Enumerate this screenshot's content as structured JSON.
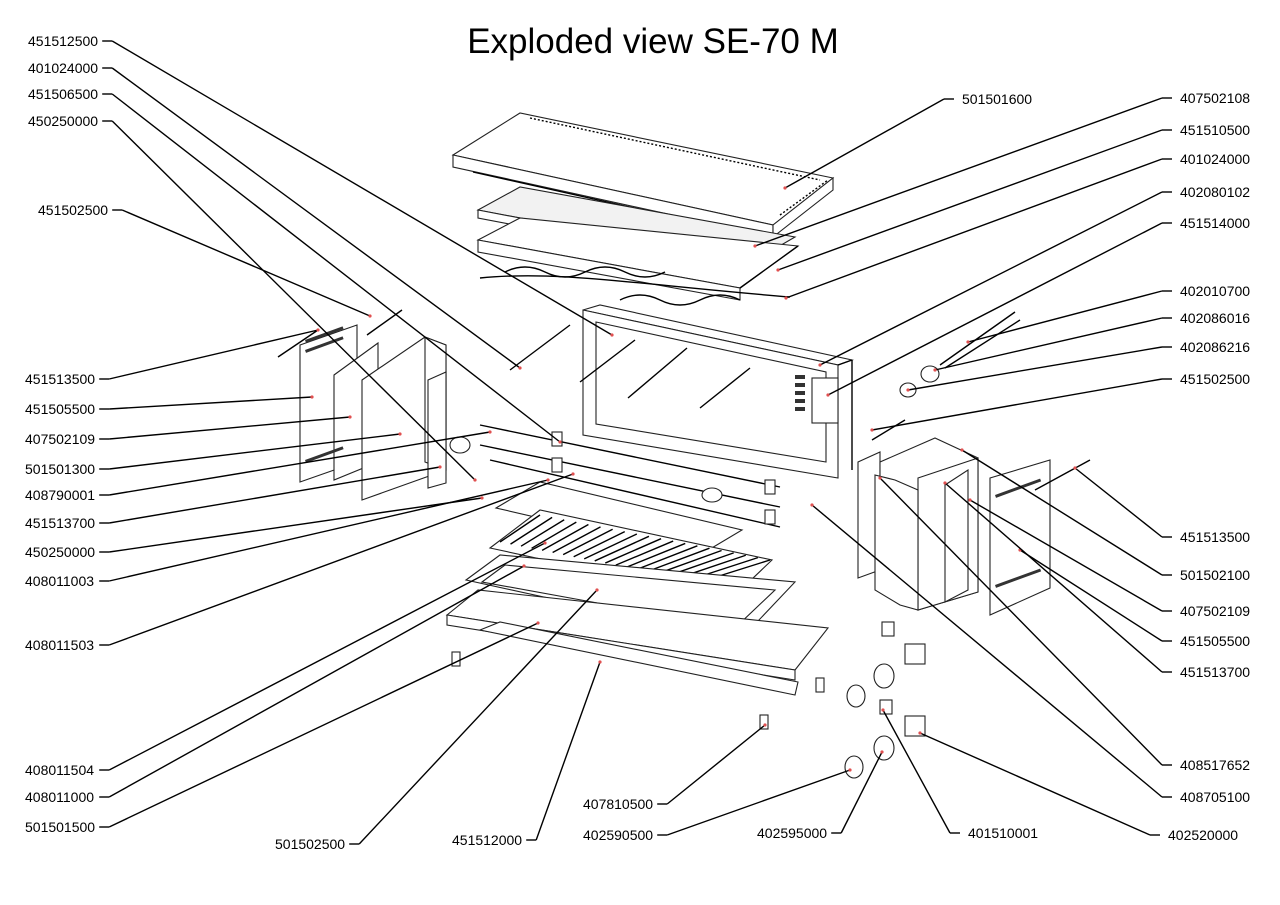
{
  "title": "Exploded view SE-70 M",
  "colors": {
    "line": "#000000",
    "part_stroke": "#222222",
    "part_fill": "#ffffff",
    "marker": "#e05050"
  },
  "callouts": [
    {
      "label": "451512500"
    },
    {
      "label": "401024000"
    },
    {
      "label": "451506500"
    },
    {
      "label": "450250000"
    },
    {
      "label": "451502500"
    },
    {
      "label": "451513500"
    },
    {
      "label": "451505500"
    },
    {
      "label": "407502109"
    },
    {
      "label": "501501300"
    },
    {
      "label": "408790001"
    },
    {
      "label": "451513700"
    },
    {
      "label": "450250000"
    },
    {
      "label": "408011003"
    },
    {
      "label": "408011503"
    },
    {
      "label": "408011504"
    },
    {
      "label": "408011000"
    },
    {
      "label": "501501500"
    },
    {
      "label": "501502500"
    },
    {
      "label": "451512000"
    },
    {
      "label": "407810500"
    },
    {
      "label": "402590500"
    },
    {
      "label": "402595000"
    },
    {
      "label": "401510001"
    },
    {
      "label": "402520000"
    },
    {
      "label": "501501600"
    },
    {
      "label": "407502108"
    },
    {
      "label": "451510500"
    },
    {
      "label": "401024000"
    },
    {
      "label": "402080102"
    },
    {
      "label": "451514000"
    },
    {
      "label": "402010700"
    },
    {
      "label": "402086016"
    },
    {
      "label": "402086216"
    },
    {
      "label": "451502500"
    },
    {
      "label": "451513500"
    },
    {
      "label": "501502100"
    },
    {
      "label": "407502109"
    },
    {
      "label": "451505500"
    },
    {
      "label": "451513700"
    },
    {
      "label": "408517652"
    },
    {
      "label": "408705100"
    }
  ]
}
